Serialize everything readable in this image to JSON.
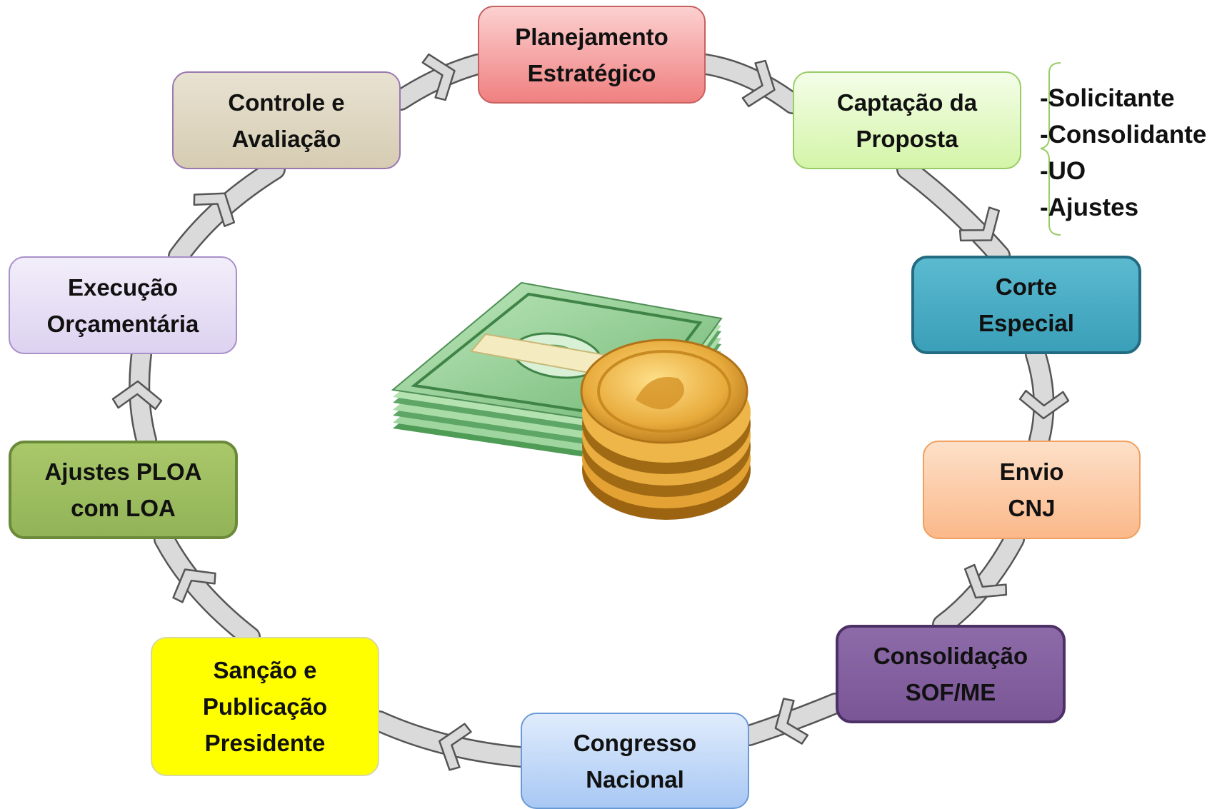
{
  "nodes": {
    "planejamento": [
      "Planejamento",
      "Estratégico"
    ],
    "captacao": [
      "Captação da",
      "Proposta"
    ],
    "corte": [
      "Corte",
      "Especial"
    ],
    "envio": [
      "Envio",
      "CNJ"
    ],
    "consolidacao": [
      "Consolidação",
      "SOF/ME"
    ],
    "congresso": [
      "Congresso",
      "Nacional"
    ],
    "sancao": [
      "Sanção e",
      "Publicação",
      "Presidente"
    ],
    "ajustes": [
      "Ajustes PLOA",
      "com LOA"
    ],
    "execucao": [
      "Execução",
      "Orçamentária"
    ],
    "controle": [
      "Controle e",
      "Avaliação"
    ]
  },
  "side_list": [
    "-Solicitante",
    "-Consolidante",
    "-UO",
    "-Ajustes"
  ],
  "icons": {
    "center": "money-stack-with-coins-icon",
    "arrow": "cycle-arrow-icon"
  },
  "colors": {
    "planejamento": "#f08080",
    "captacao": "#d4f5a8",
    "corte": "#3a9fb8",
    "envio": "#fbb88a",
    "consolidacao": "#7a5696",
    "congresso": "#a8c8f4",
    "sancao": "#ffff00",
    "ajustes": "#93b358",
    "execucao": "#ddd2f0",
    "controle": "#d6ccb2",
    "arrow": "#d9d9d9"
  }
}
